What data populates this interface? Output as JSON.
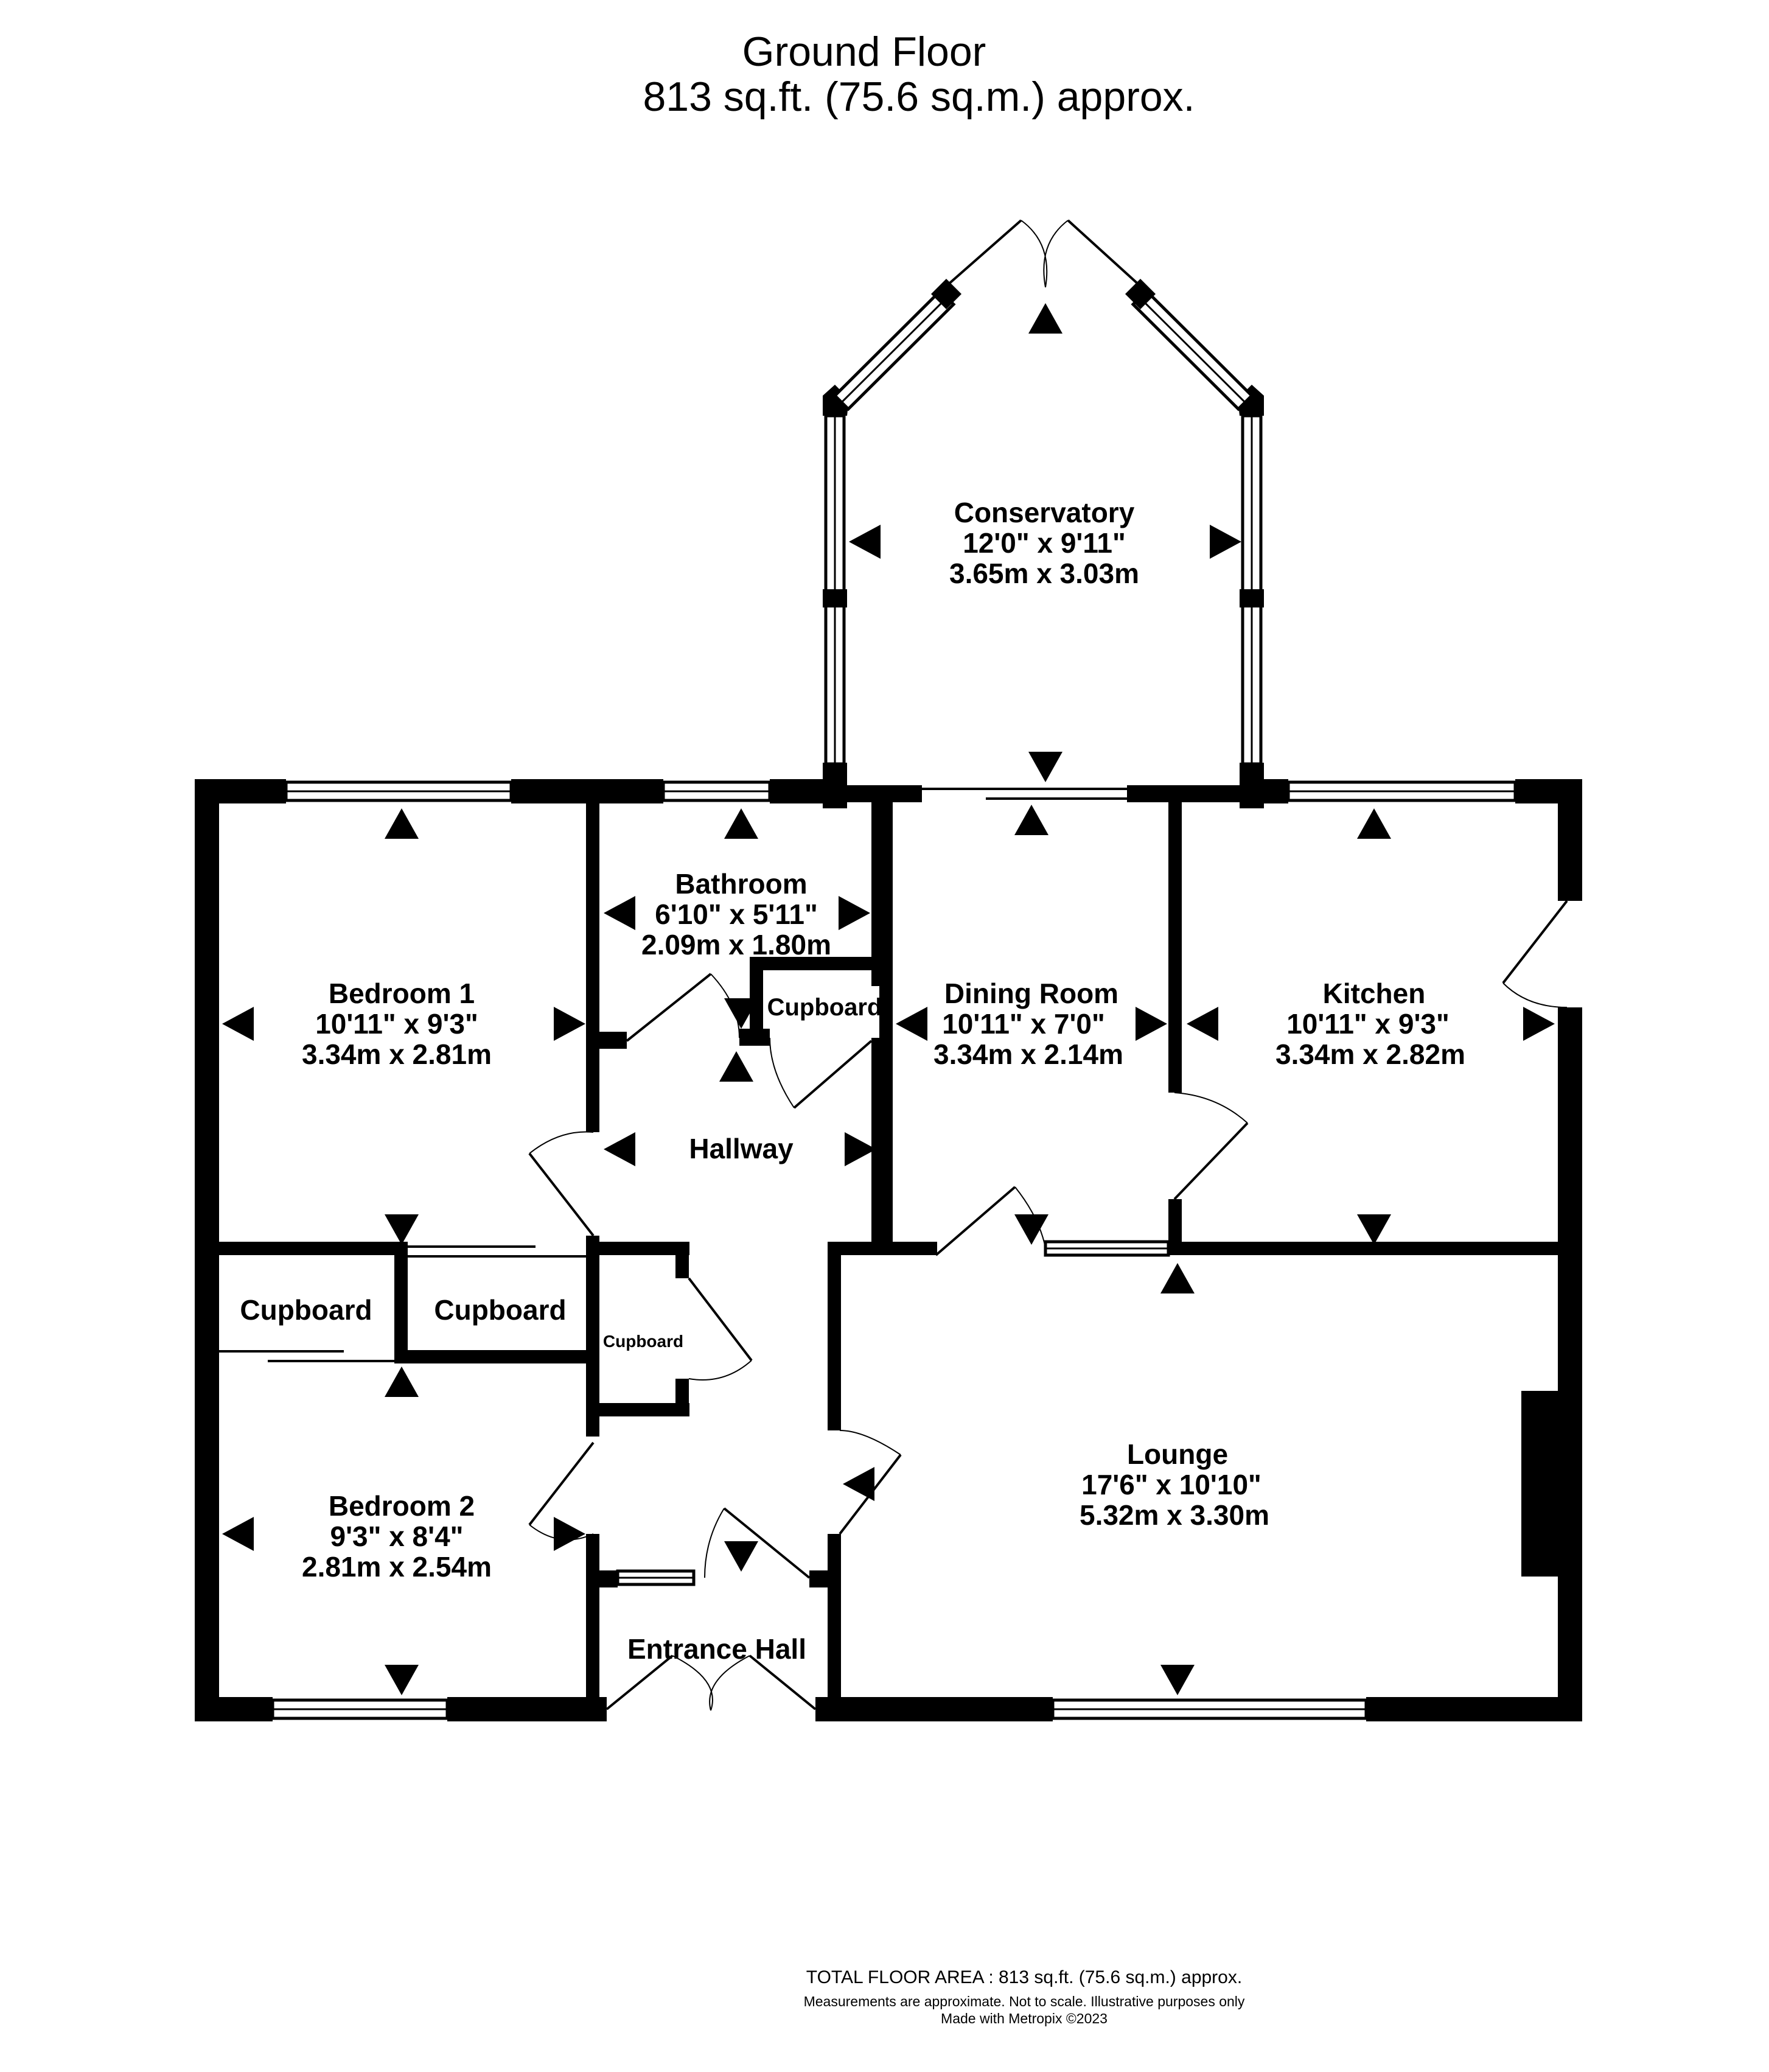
{
  "header": {
    "title": "Ground Floor",
    "area": "813 sq.ft. (75.6 sq.m.) approx."
  },
  "rooms": [
    {
      "name": "Conservatory",
      "imperial": "12'0\"  x 9'11\"",
      "metric": "3.65m  x 3.03m"
    },
    {
      "name": "Bathroom",
      "imperial": "6'10\"  x 5'11\"",
      "metric": "2.09m  x 1.80m"
    },
    {
      "name": "Bedroom 1",
      "imperial": "10'11\"  x 9'3\"",
      "metric": "3.34m  x 2.81m"
    },
    {
      "name": "Dining Room",
      "imperial": "10'11\"  x 7'0\"",
      "metric": "3.34m  x 2.14m"
    },
    {
      "name": "Kitchen",
      "imperial": "10'11\"  x 9'3\"",
      "metric": "3.34m  x 2.82m"
    },
    {
      "name": "Lounge",
      "imperial": "17'6\"  x 10'10\"",
      "metric": "5.32m  x 3.30m"
    },
    {
      "name": "Bedroom 2",
      "imperial": "9'3\"  x 8'4\"",
      "metric": "2.81m  x 2.54m"
    }
  ],
  "labels": {
    "hallway": "Hallway",
    "entrance_hall": "Entrance Hall",
    "cupboard": "Cupboard"
  },
  "footer": {
    "total": "TOTAL FLOOR AREA : 813 sq.ft. (75.6 sq.m.) approx.",
    "disclaimer": "Measurements are approximate.  Not to scale.  Illustrative purposes only",
    "credit": "Made with Metropix ©2023"
  }
}
